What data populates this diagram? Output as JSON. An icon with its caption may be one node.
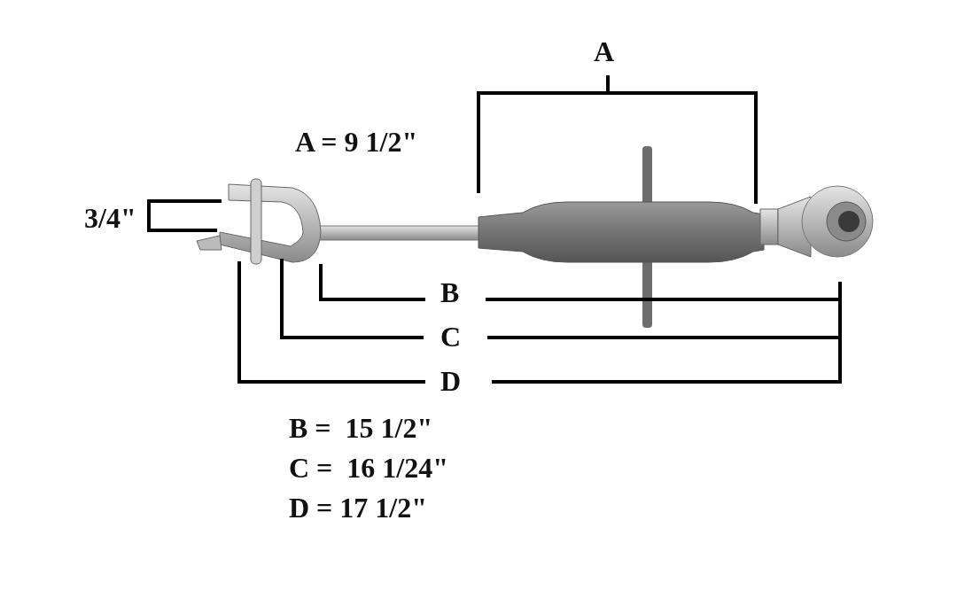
{
  "diagram": {
    "labels": [
      "A",
      "A = 9 1/2\"",
      "3/4\"",
      "B",
      "C",
      "D",
      "B =  15 1/2\"",
      "C =  16 1/24\"",
      "D = 17 1/2\""
    ]
  }
}
